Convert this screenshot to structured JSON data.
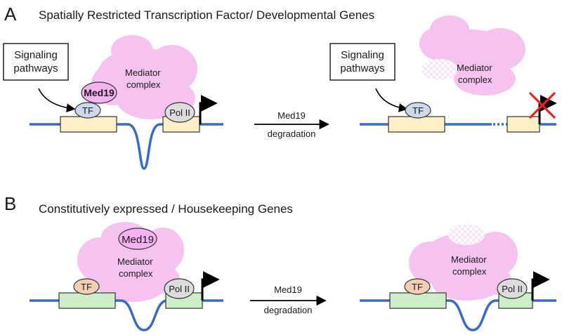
{
  "panels": {
    "a": {
      "letter": "A",
      "title": "Spatially Restricted Transcription Factor/ Developmental Genes",
      "signaling_line1": "Signaling",
      "signaling_line2": "pathways",
      "med19": "Med19",
      "mediator_line1": "Mediator",
      "mediator_line2": "complex",
      "tf": "TF",
      "pol2": "Pol II",
      "arrow_line1": "Med19",
      "arrow_line2": "degradation"
    },
    "b": {
      "letter": "B",
      "title": "Constitutively expressed / Housekeeping Genes",
      "med19": "Med19",
      "mediator_line1": "Mediator",
      "mediator_line2": "complex",
      "tf": "TF",
      "pol2": "Pol II",
      "arrow_line1": "Med19",
      "arrow_line2": "degradation"
    }
  },
  "colors": {
    "dna": "#3a6bc4",
    "mediator": "#f6c3f0",
    "med19": "#f5b1f0",
    "tf_a": "#cdd9ea",
    "tf_b": "#f3ceb3",
    "pol2": "#dcdcdc",
    "box_a": "#fdf0c8",
    "box_b": "#cdeec9",
    "x_mark": "#e8231b"
  }
}
